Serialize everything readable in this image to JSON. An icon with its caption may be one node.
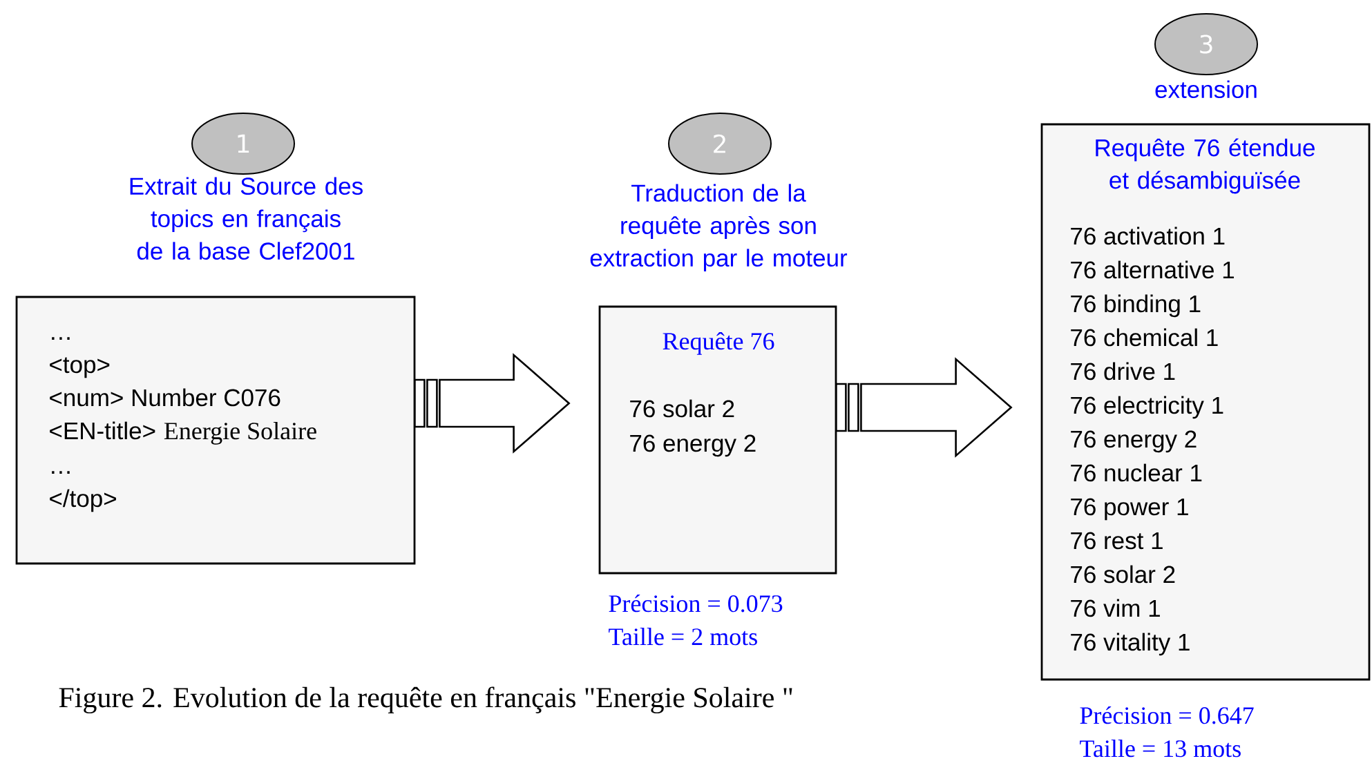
{
  "diagram": {
    "caption": "Figure 2. Evolution de la requête en français \"Energie Solaire \"",
    "nodes": [
      {
        "text": [
          "1"
        ]
      },
      {
        "text": [
          "Extrait du Source des topics en français de la base Clef2001",
          "…",
          "<top>",
          "<num> Number C076",
          "<EN-title>",
          "Energie Solaire",
          "…",
          "</top>"
        ]
      },
      {
        "text": [
          "2"
        ]
      },
      {
        "text": [
          "Traduction de la requête après son extraction par le moteur",
          "Requête 76",
          "76 solar 2",
          "76 energy 2"
        ],
        "beside": [
          "Précision = 0.073",
          "Taille = 2 mots"
        ]
      },
      {
        "text": [
          "3"
        ]
      },
      {
        "text": [
          "extension",
          "Requête 76 étendue et désambiguïsée",
          "76 activation 1",
          "76 alternative 1",
          "76 binding 1",
          "76 chemical 1",
          "76 drive 1",
          "76 electricity 1",
          "76 energy 2",
          "76 nuclear 1",
          "76 power 1",
          "76 rest 1",
          "76 solar 2",
          "76 vim 1",
          "76 vitality 1"
        ],
        "beside": [
          "Précision = 0.647",
          "Taille = 13 mots"
        ]
      }
    ],
    "edges": [
      {
        "from": 1,
        "to": 3,
        "arrow": "to"
      },
      {
        "from": 3,
        "to": 5,
        "arrow": "to"
      }
    ]
  }
}
